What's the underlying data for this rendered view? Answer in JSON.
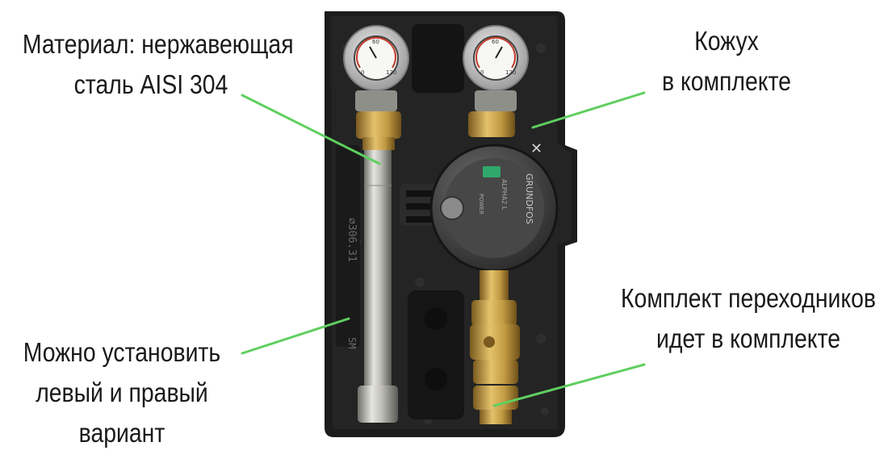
{
  "callouts": {
    "material": {
      "lines": [
        "Материал: нержавеющая",
        "сталь AISI 304"
      ]
    },
    "casing": {
      "lines": [
        "Кожух",
        "в комплекте"
      ]
    },
    "adapters": {
      "lines": [
        "Комплект переходников",
        "идет в комплекте"
      ]
    },
    "mounting": {
      "lines": [
        "Можно установить",
        "левый и правый",
        "вариант"
      ]
    }
  },
  "product": {
    "gauge_left_scale": [
      "0",
      "60",
      "120"
    ],
    "gauge_right_scale": [
      "0",
      "60",
      "120"
    ],
    "pump_brand": "GRUNDFOS",
    "pump_model": "ALPHA2 L",
    "pump_power_label": "POWER",
    "foam_marking": "⌀306.31",
    "foam_marking_2": "SM"
  },
  "colors": {
    "callout_line": "#5fcf5f",
    "foam": "#1c1c1c",
    "brass": "#c9a24a",
    "steel": "#b9b9b3"
  }
}
